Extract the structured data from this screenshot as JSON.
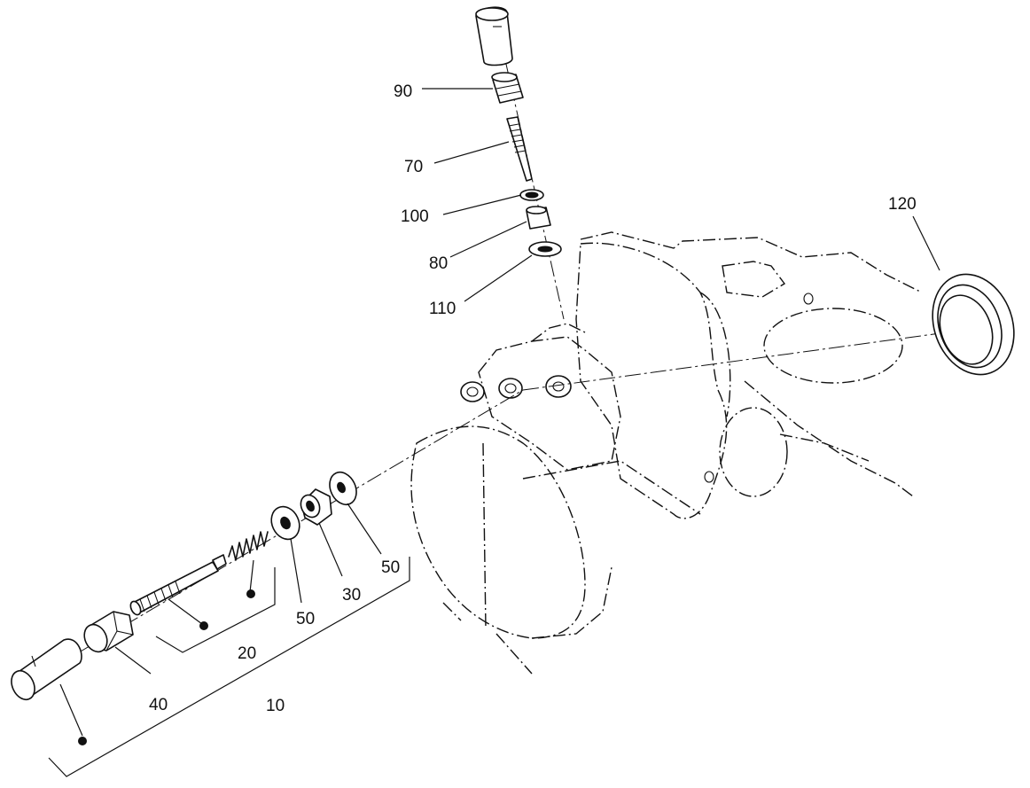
{
  "diagram": {
    "callouts": {
      "c90": "90",
      "c70": "70",
      "c100": "100",
      "c80": "80",
      "c110": "110",
      "c120": "120",
      "c50a": "50",
      "c50b": "50",
      "c30": "30",
      "c20": "20",
      "c40": "40",
      "c10": "10"
    }
  }
}
